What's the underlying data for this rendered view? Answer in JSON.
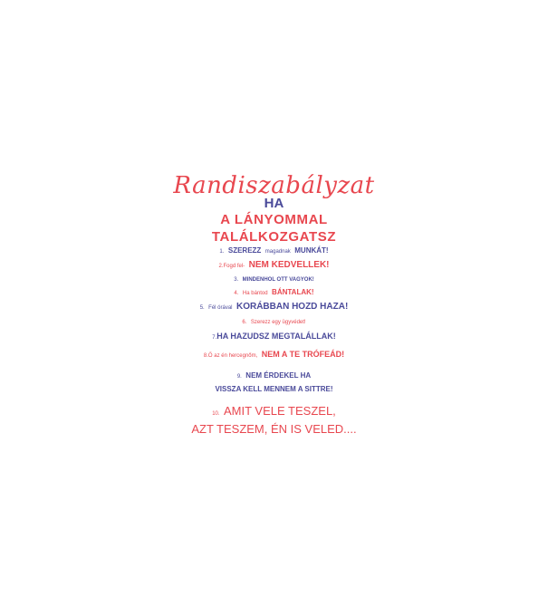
{
  "colors": {
    "red": "#e8474f",
    "blue": "#4a4a9a",
    "background": "#ffffff"
  },
  "title": "Randiszabályzat",
  "header": {
    "line1": "HA",
    "line2": "A LÁNYOMMAL",
    "line3": "TALÁLKOZGATSZ"
  },
  "rules": [
    {
      "num": "1.",
      "a": "SZEREZZ",
      "b": "magadnak",
      "c": "MUNKÁT!"
    },
    {
      "num": "2.",
      "a": "Fogd fel-",
      "b": "NEM KEDVELLEK!"
    },
    {
      "num": "3.",
      "a": "MINDENHOL OTT VAGYOK!"
    },
    {
      "num": "4.",
      "a": "Ha bántod",
      "b": "BÁNTALAK!"
    },
    {
      "num": "5.",
      "a": "Fél órával",
      "b": "KORÁBBAN HOZD HAZA!"
    },
    {
      "num": "6.",
      "a": "Szerezz egy ügyvédet!"
    },
    {
      "num": "7.",
      "a": "HA HAZUDSZ MEGTALÁLLAK!"
    },
    {
      "num": "8.",
      "a": "Ő az én hercegnőm,",
      "b": "NEM A TE TRÓFEÁD!"
    },
    {
      "num": "9.",
      "a": "NEM ÉRDEKEL HA",
      "b": "VISSZA KELL MENNEM A SITTRE!"
    },
    {
      "num": "10.",
      "a": "AMIT VELE TESZEL,",
      "b": "AZT TESZEM, ÉN IS VELED...."
    }
  ]
}
